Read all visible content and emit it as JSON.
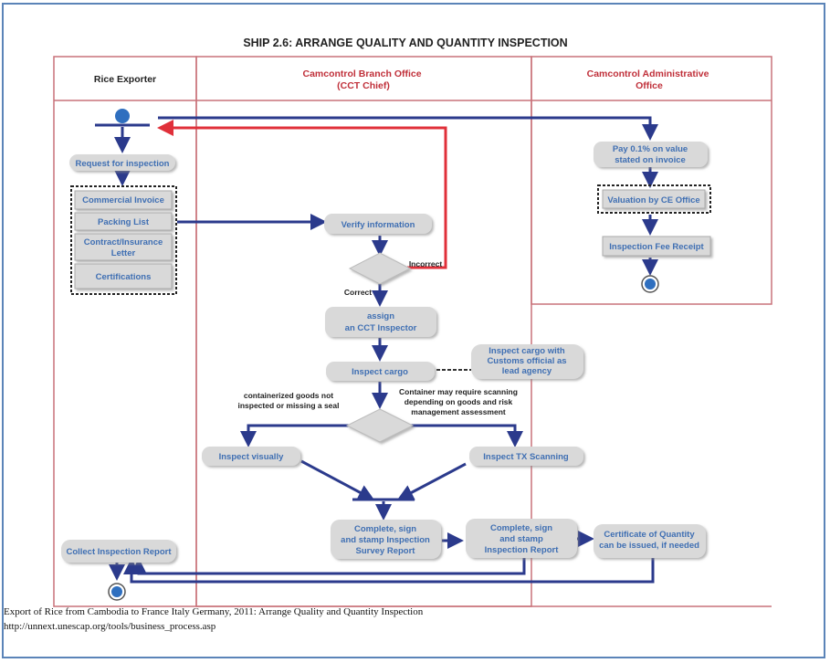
{
  "title": "SHIP 2.6: ARRANGE QUALITY AND QUANTITY INSPECTION",
  "colors": {
    "frame": "#5b84b8",
    "lane_border": "#c9727a",
    "lane_title_red": "#c0303a",
    "lane_title_dark": "#222222",
    "flow_blue": "#2b3a8c",
    "flow_red": "#e0303a",
    "node_fill": "#d9d9d9",
    "node_text": "#3f6fb3",
    "start_dot": "#2f6fbf"
  },
  "lanes": [
    {
      "id": "rice-exporter",
      "title_lines": [
        "Rice Exporter"
      ],
      "title_color": "dark"
    },
    {
      "id": "branch-office",
      "title_lines": [
        "Camcontrol Branch Office",
        "(CCT Chief)"
      ],
      "title_color": "red"
    },
    {
      "id": "admin-office",
      "title_lines": [
        "Camcontrol Administrative",
        "Office"
      ],
      "title_color": "red"
    }
  ],
  "nodes": {
    "request": [
      "Request for inspection"
    ],
    "docs": [
      [
        "Commercial Invoice"
      ],
      [
        "Packing List"
      ],
      [
        "Contract/Insurance",
        "Letter"
      ],
      [
        "Certifications"
      ]
    ],
    "verify": [
      "Verify information"
    ],
    "assign": [
      "assign",
      "an CCT Inspector"
    ],
    "inspect_cargo": [
      "Inspect cargo"
    ],
    "inspect_customs": [
      "Inspect cargo with",
      "Customs official as",
      "lead agency"
    ],
    "inspect_visually": [
      "Inspect visually"
    ],
    "inspect_tx": [
      "Inspect TX Scanning"
    ],
    "survey_report": [
      "Complete, sign",
      "and stamp Inspection",
      "Survey Report"
    ],
    "inspection_report": [
      "Complete, sign",
      "and stamp",
      "Inspection Report"
    ],
    "certificate": [
      "Certificate of Quantity",
      "can be issued, if needed"
    ],
    "collect": [
      "Collect Inspection Report"
    ],
    "pay": [
      "Pay  0.1% on value",
      "stated on invoice"
    ],
    "valuation": [
      "Valuation by CE Office"
    ],
    "fee_receipt": [
      "Inspection Fee Receipt"
    ]
  },
  "labels": {
    "incorrect": "Incorrect",
    "correct": "Correct",
    "containerized_note": [
      "containerized goods not",
      "inspected or missing a seal"
    ],
    "scanning_note": [
      "Container may require scanning",
      "depending on goods and risk",
      "management assessment"
    ]
  },
  "caption": {
    "line1": "Export of Rice from Cambodia to France Italy Germany, 2011: Arrange Quality and Quantity Inspection",
    "line2": "http://unnext.unescap.org/tools/business_process.asp"
  }
}
